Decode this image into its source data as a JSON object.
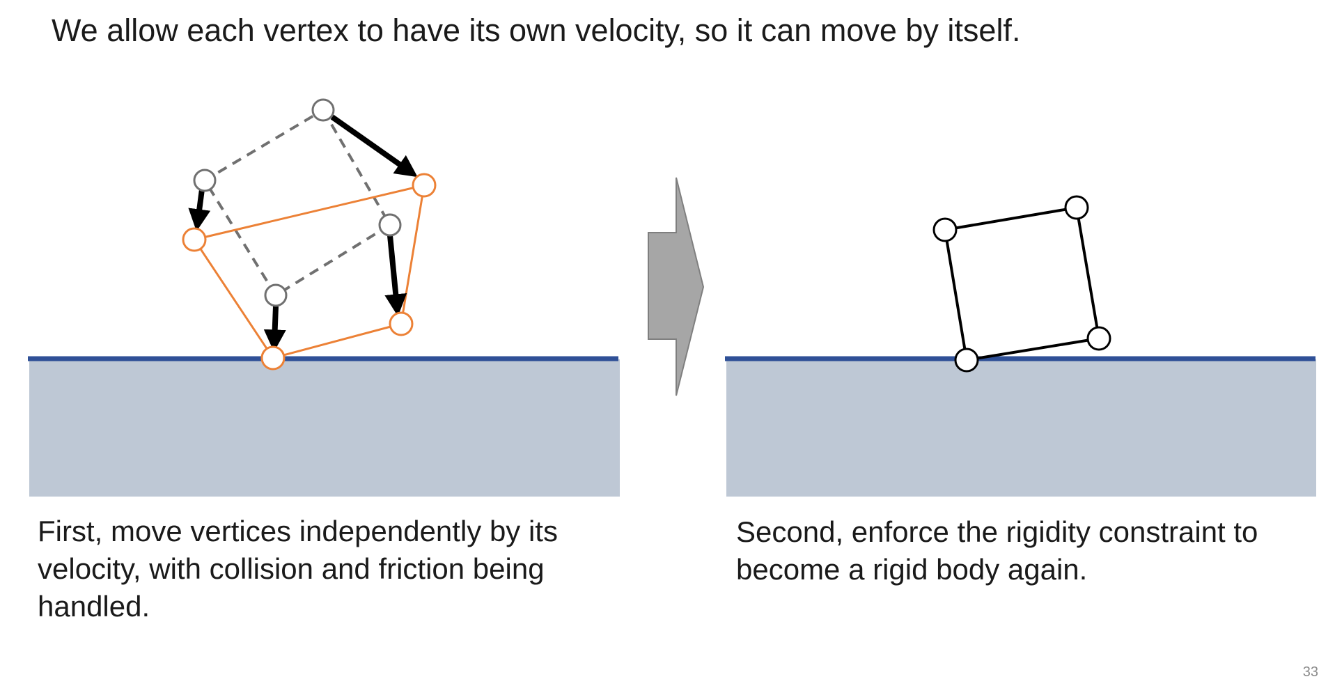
{
  "slide": {
    "title": "We allow each vertex to have its own velocity, so it can move by itself.",
    "page_number": "33"
  },
  "captions": {
    "first": "First, move vertices independently by its velocity, with collision and friction being handled.",
    "second": "Second, enforce the rigidity constraint to become a rigid body again."
  },
  "colors": {
    "ground_fill": "#bec8d5",
    "ground_line": "#2f5097",
    "orange": "#ec8136",
    "dashed_gray": "#707070",
    "arrow": "#000000",
    "step_arrow_fill": "#a6a6a6",
    "step_arrow_stroke": "#7f7f7f"
  }
}
